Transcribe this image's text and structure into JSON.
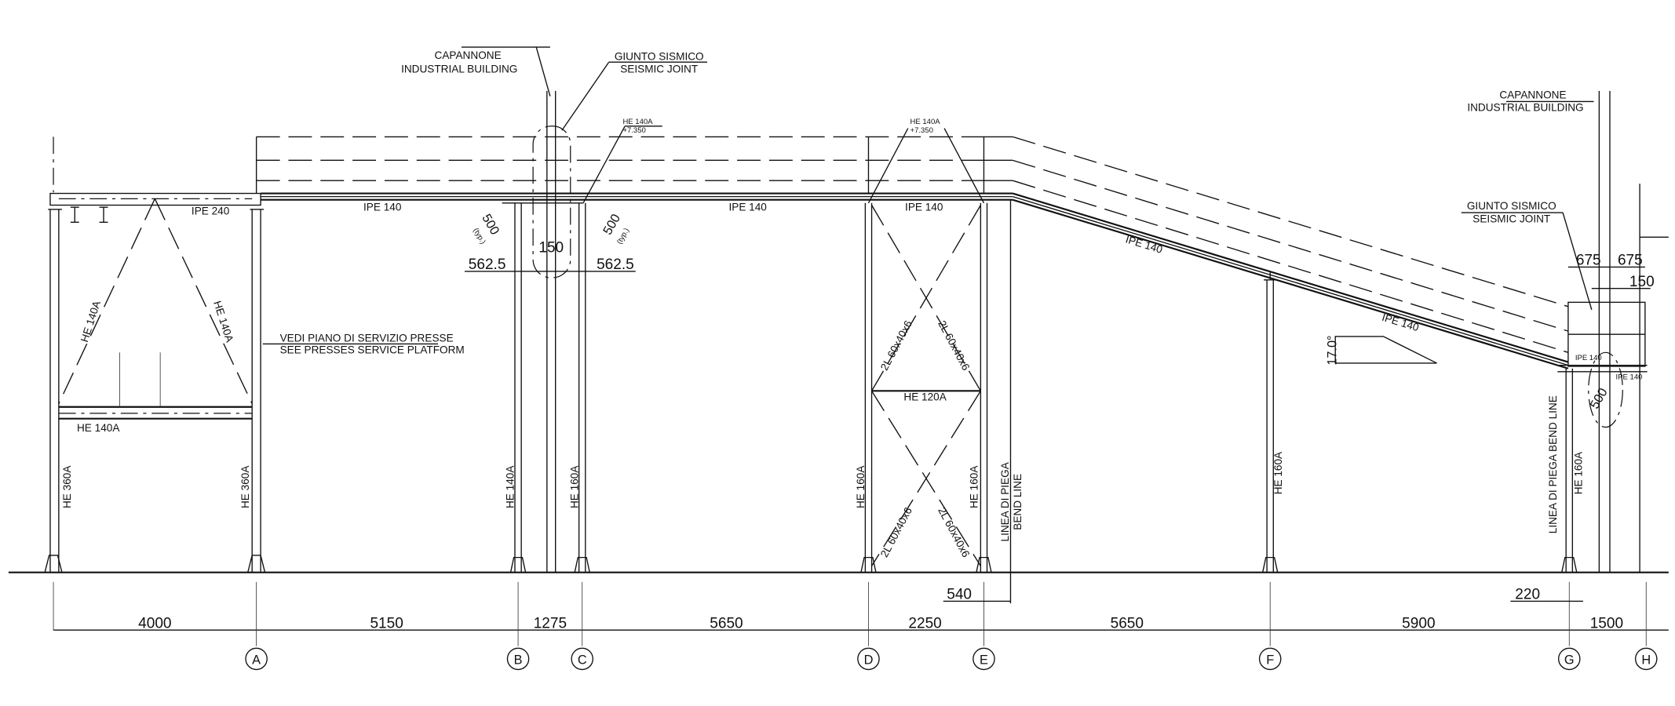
{
  "notes": {
    "industrial_building_it": "CAPANNONE",
    "industrial_building_en": "INDUSTRIAL BUILDING",
    "seismic_joint_it": "GIUNTO SISMICO",
    "seismic_joint_en": "SEISMIC JOINT",
    "platform_it": "VEDI PIANO DI SERVIZIO PRESSE",
    "platform_en": "SEE PRESSES SERVICE PLATFORM",
    "bend_it": "LINEA DI PIEGA",
    "bend_en": "BEND LINE",
    "bend_full": "LINEA DI PIEGA BEND LINE",
    "beam_top": "HE 140A",
    "elevation": "+7.350",
    "slope": "17.0°",
    "typ": "(typ.)"
  },
  "members": {
    "ipe240": "IPE 240",
    "ipe140": "IPE 140",
    "he140a": "HE 140A",
    "he120a": "HE 120A",
    "he160a": "HE 160A",
    "he360a": "HE 360A",
    "brace": "2L 60x40x6"
  },
  "dimensions": {
    "spans": [
      "4000",
      "5150",
      "1275",
      "5650",
      "2250",
      "5650",
      "5900",
      "1500"
    ],
    "joint_offset": "562.5",
    "joint_gap": "150",
    "joint_right": "675",
    "bend_offset_e": "540",
    "bend_offset_g": "220",
    "plate": "500"
  },
  "grid_axes": [
    "A",
    "B",
    "C",
    "D",
    "E",
    "F",
    "G",
    "H"
  ]
}
